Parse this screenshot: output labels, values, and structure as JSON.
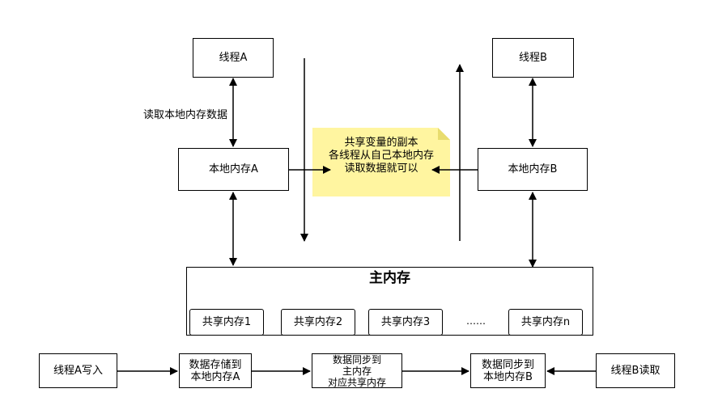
{
  "threads": {
    "a": "线程A",
    "b": "线程B"
  },
  "local": {
    "a": "本地内存A",
    "b": "本地内存B"
  },
  "read_label": "读取本地内存数据",
  "note": {
    "line1": "共享变量的副本",
    "line2": "各线程从自己本地内存",
    "line3": "读取数据就可以"
  },
  "main_memory": {
    "title": "主内存",
    "items": [
      "共享内存1",
      "共享内存2",
      "共享内存3",
      "……",
      "共享内存n"
    ]
  },
  "flow": {
    "step1": "线程A写入",
    "step2": "数据存储到\n本地内存A",
    "step3": "数据同步到\n主内存\n对应共享内存",
    "step4": "数据同步到\n本地内存B",
    "step5": "线程B读取"
  }
}
